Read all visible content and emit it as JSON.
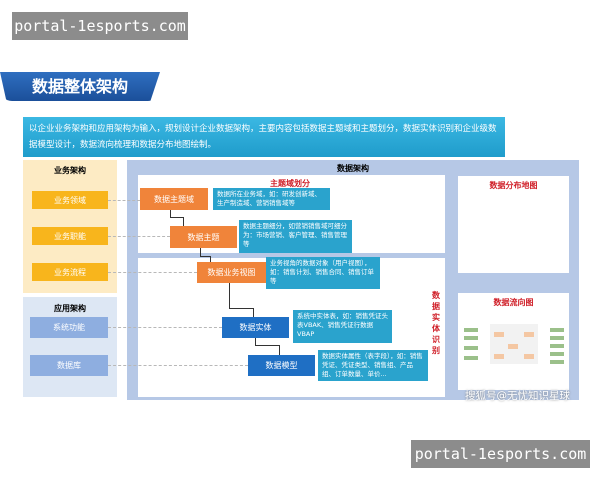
{
  "watermark_top": "portal-1esports.com",
  "watermark_bottom": "portal-1esports.com",
  "title": "数据整体架构",
  "description": "以企业业务架构和应用架构为输入，规划设计企业数据架构，主要内容包括数据主题域和主题划分，数据实体识别和企业级数据模型设计，数据流向梳理和数据分布地图绘制。",
  "business": {
    "title": "业务架构",
    "items": [
      "业务领域",
      "业务职能",
      "业务流程"
    ]
  },
  "application": {
    "title": "应用架构",
    "items": [
      "系统功能",
      "数据库"
    ]
  },
  "data_arch": {
    "title": "数据架构",
    "subject_title": "主题域划分",
    "entity_title": "数据实体识别",
    "steps": [
      "数据主题域",
      "数据主题",
      "数据业务视图",
      "数据实体",
      "数据模型"
    ],
    "notes": [
      "数据所在业务域，如：研发创新域、生产制造域、营销销售域等",
      "数据主题细分，如营销销售域可细分为：市场营销、客户管理、销售管理等",
      "业务视角的数据对象（用户视图），如：销售计划、销售合同、销售订单等",
      "系统中实体表，如：销售凭证头表VBAK、销售凭证行数据VBAP",
      "数据实体属性（表字段），如：销售凭证、凭证类型、销售组、产品组、订单数量、单价..."
    ],
    "map_title": "数据分布地图",
    "flow_title": "数据流向图"
  },
  "source_credit": "搜狐号@无忧知识星球"
}
